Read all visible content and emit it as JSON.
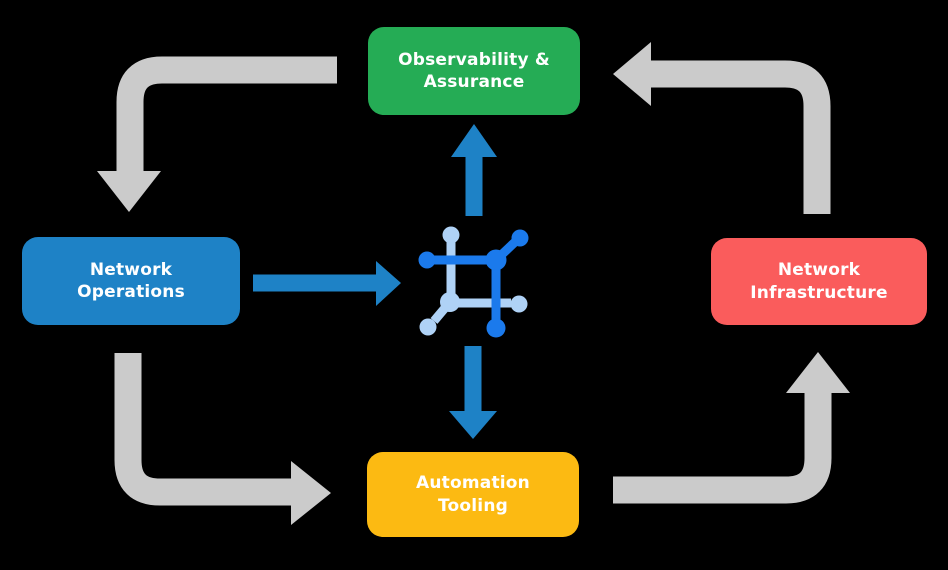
{
  "diagram": {
    "nodes": {
      "observability": {
        "label": "Observability &\nAssurance"
      },
      "operations": {
        "label": "Network\nOperations"
      },
      "infrastructure": {
        "label": "Network\nInfrastructure"
      },
      "automation": {
        "label": "Automation\nTooling"
      }
    },
    "center_icon": "network-platform-icon",
    "flows": {
      "outer_cycle": [
        {
          "from": "Observability & Assurance",
          "to": "Network Operations"
        },
        {
          "from": "Network Operations",
          "to": "Automation Tooling"
        },
        {
          "from": "Automation Tooling",
          "to": "Network Infrastructure"
        },
        {
          "from": "Network Infrastructure",
          "to": "Observability & Assurance"
        }
      ],
      "platform_flows": [
        {
          "from": "Network Operations",
          "to": "network-platform-icon"
        },
        {
          "from": "network-platform-icon",
          "to": "Observability & Assurance"
        },
        {
          "from": "network-platform-icon",
          "to": "Automation Tooling"
        }
      ]
    }
  },
  "colors": {
    "canvas_background": "#000000",
    "node_text": "#FFFFFF",
    "observability_green": "#25AC55",
    "operations_blue": "#1E82C6",
    "infrastructure_red": "#FA5C5C",
    "automation_yellow": "#FCBA12",
    "cycle_arrow_gray": "#CBCBCB",
    "flow_arrow_blue": "#1E82C6",
    "icon_dark_blue": "#1B7AEC",
    "icon_light_blue": "#AFD2F6"
  }
}
